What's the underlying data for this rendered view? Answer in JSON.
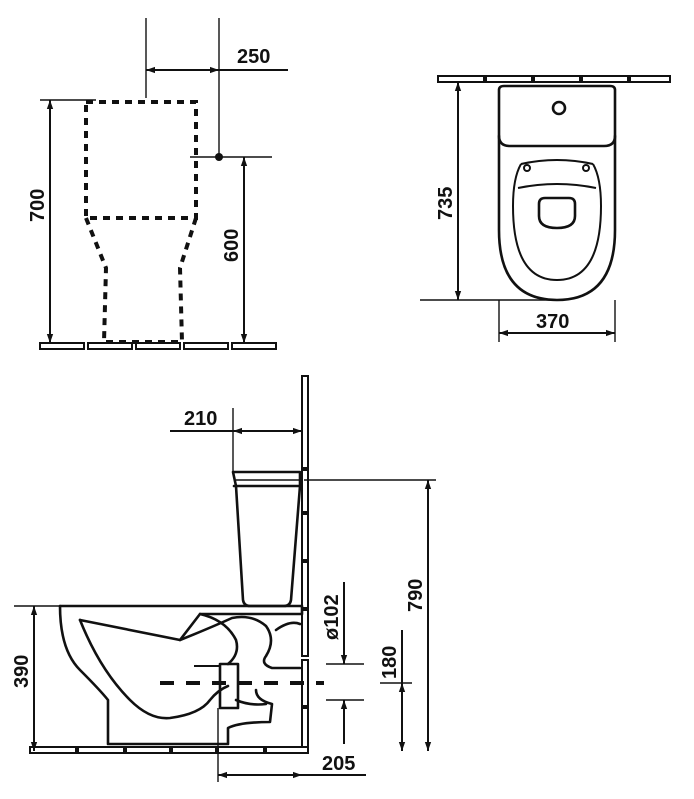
{
  "dimensions": {
    "front_tank_offset": "250",
    "front_height": "700",
    "front_inlet_height": "600",
    "top_depth": "735",
    "top_width": "370",
    "side_tank_depth": "210",
    "side_height": "790",
    "side_seat_height": "390",
    "side_outlet_diameter": "ø102",
    "side_outlet_height": "180",
    "side_outlet_offset": "205"
  }
}
